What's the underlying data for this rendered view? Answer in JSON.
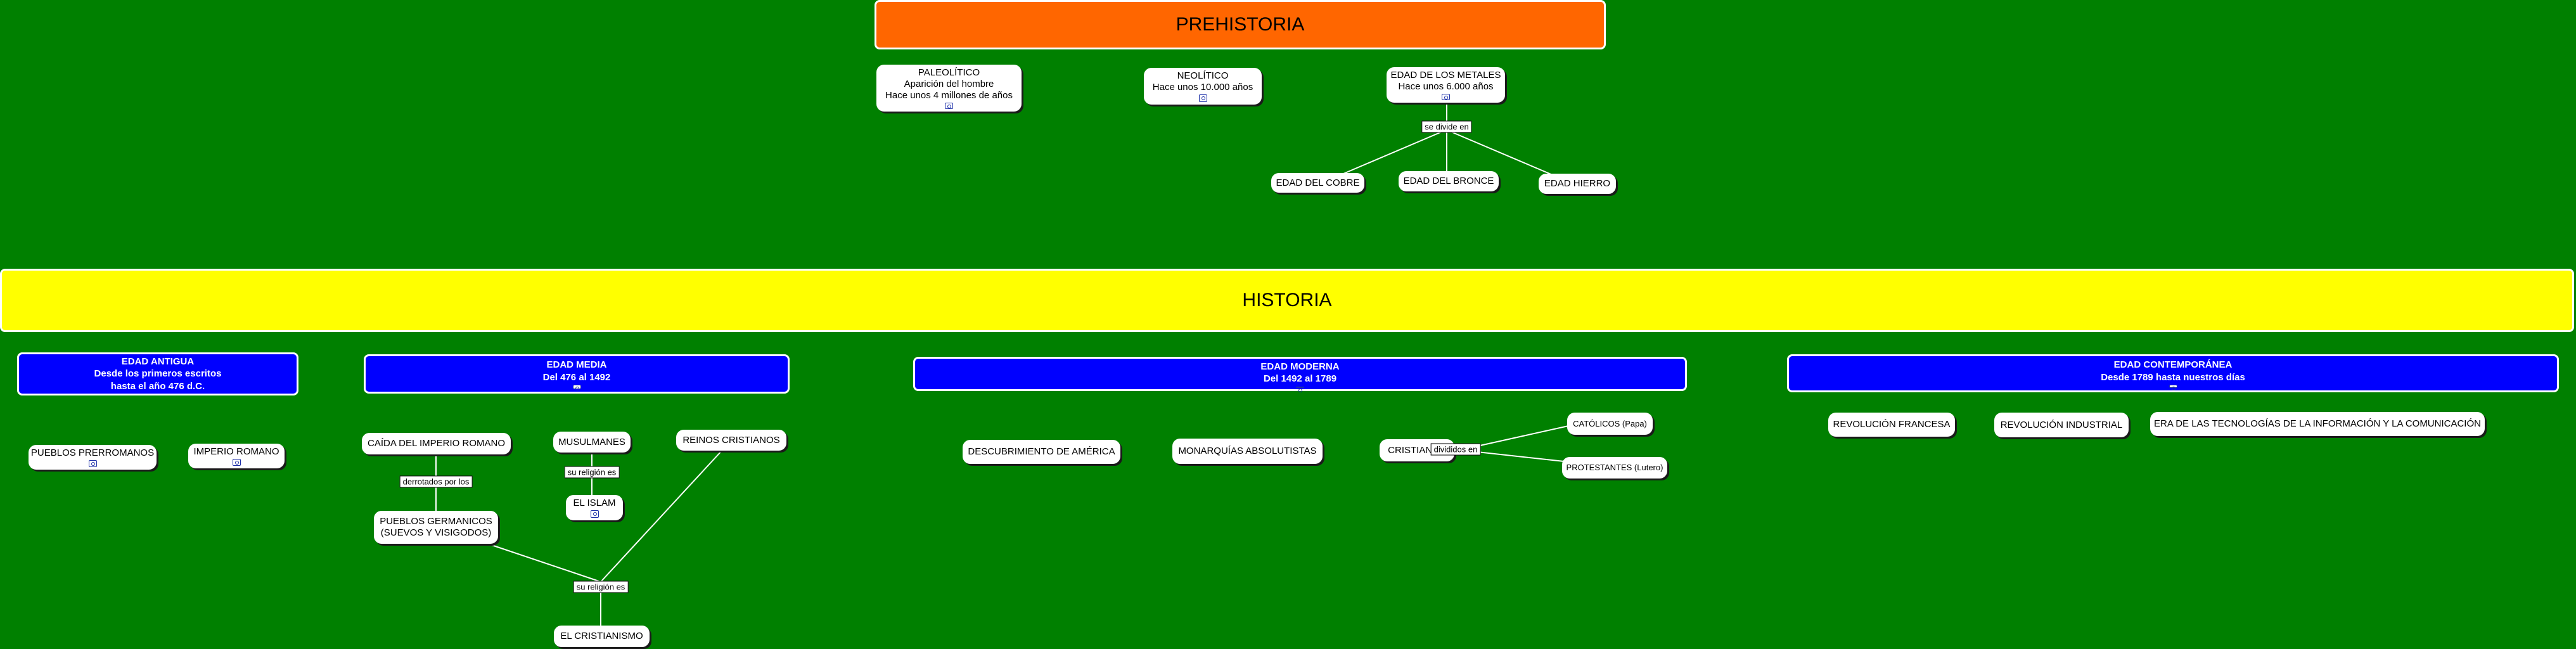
{
  "colors": {
    "background": "#008000",
    "prehistoria_fill": "#ff6600",
    "historia_fill": "#ffff00",
    "era_fill": "#0000ff",
    "node_fill": "#ffffff"
  },
  "prehistoria": {
    "title": "PREHISTORIA",
    "paleolitico": {
      "lines": [
        "PALEOLÍTICO",
        "Aparición del hombre",
        "Hace unos 4 millones de años"
      ],
      "icon": "resource-link-icon"
    },
    "neolitico": {
      "lines": [
        "NEOLÍTICO",
        "Hace unos 10.000 años"
      ],
      "icon": "resource-link-icon"
    },
    "metales": {
      "lines": [
        "EDAD DE LOS METALES",
        "Hace unos 6.000 años"
      ],
      "icon": "resource-link-icon"
    },
    "metales_link": "se divide en",
    "cobre": "EDAD DEL COBRE",
    "bronce": "EDAD DEL BRONCE",
    "hierro": "EDAD HIERRO"
  },
  "historia": {
    "title": "HISTORIA",
    "antigua": {
      "lines": [
        "EDAD ANTIGUA",
        "Desde los primeros escritos",
        "hasta el año 476 d.C."
      ]
    },
    "pueblos_prerromanos": "PUEBLOS PRERROMANOS",
    "imperio_romano": "IMPERIO ROMANO",
    "media": {
      "lines": [
        "EDAD MEDIA",
        "Del 476 al 1492"
      ]
    },
    "caida_imperio": "CAÍDA DEL IMPERIO ROMANO",
    "derrotados_label": "derrotados por los",
    "pueblos_germanicos": [
      "PUEBLOS GERMANICOS",
      "(SUEVOS Y VISIGODOS)"
    ],
    "musulmanes": "MUSULMANES",
    "su_religion_1": "su religión es",
    "islam": "EL ISLAM",
    "reinos_cristianos": "REINOS CRISTIANOS",
    "su_religion_2": "su religión es",
    "cristianismo": "EL CRISTIANISMO",
    "moderna": {
      "lines": [
        "EDAD MODERNA",
        "Del 1492 al 1789"
      ]
    },
    "descubrimiento": "DESCUBRIMIENTO DE AMÉRICA",
    "monarquias": "MONARQUÍAS ABSOLUTISTAS",
    "cristianos": "CRISTIANOS",
    "divididos_label": "divididos en",
    "catolicos": "CATÓLICOS (Papa)",
    "protestantes": "PROTESTANTES (Lutero)",
    "contemporanea": {
      "lines": [
        "EDAD CONTEMPORÁNEA",
        "Desde 1789 hasta nuestros días"
      ]
    },
    "revolucion_francesa": "REVOLUCIÓN FRANCESA",
    "revolucion_industrial": "REVOLUCIÓN INDUSTRIAL",
    "era_tecnologias": "ERA DE LAS TECNOLOGÍAS DE LA INFORMACIÓN Y LA COMUNICACIÓN"
  }
}
